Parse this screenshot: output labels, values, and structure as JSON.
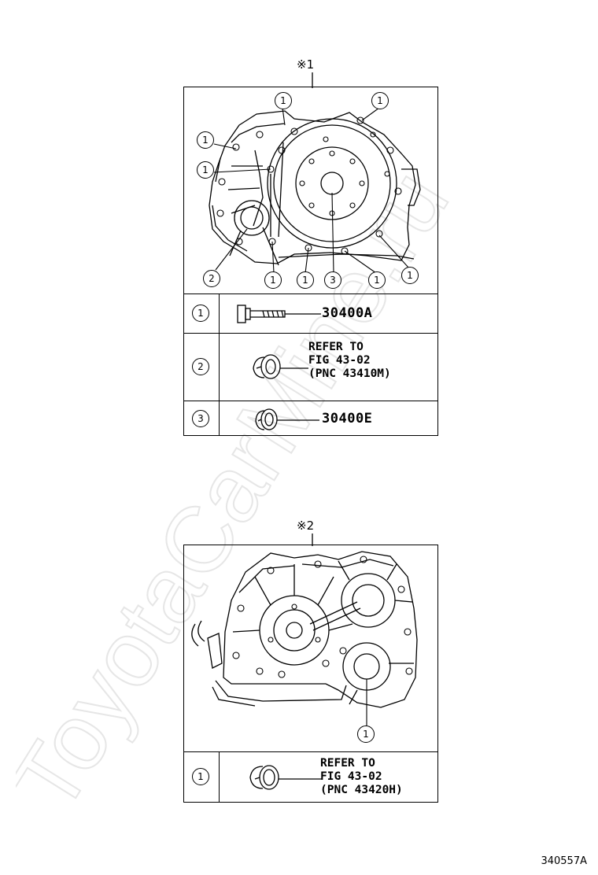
{
  "watermark": "ToyotaCarMine.ru",
  "diagram_id": "340557A",
  "section1": {
    "ref_mark": "※1",
    "callouts": [
      "1",
      "1",
      "1",
      "1",
      "2",
      "1",
      "1",
      "3",
      "1",
      "1"
    ],
    "parts": [
      {
        "num": "1",
        "label": "30400A"
      },
      {
        "num": "2",
        "label": "REFER TO\nFIG 43-02\n(PNC 43410M)"
      },
      {
        "num": "3",
        "label": "30400E"
      }
    ]
  },
  "section2": {
    "ref_mark": "※2",
    "callouts": [
      "1"
    ],
    "parts": [
      {
        "num": "1",
        "label": "REFER TO\nFIG 43-02\n(PNC 43420H)"
      }
    ]
  }
}
